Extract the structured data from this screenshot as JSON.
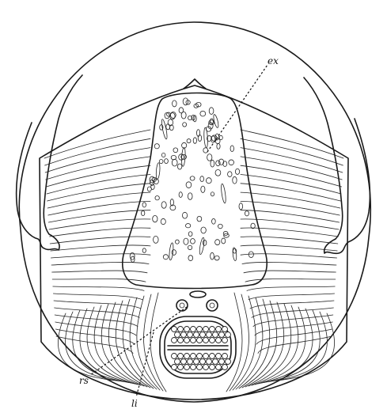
{
  "labels": {
    "top_right": "ex",
    "bottom_left": "rs",
    "bottom_center": "li"
  }
}
